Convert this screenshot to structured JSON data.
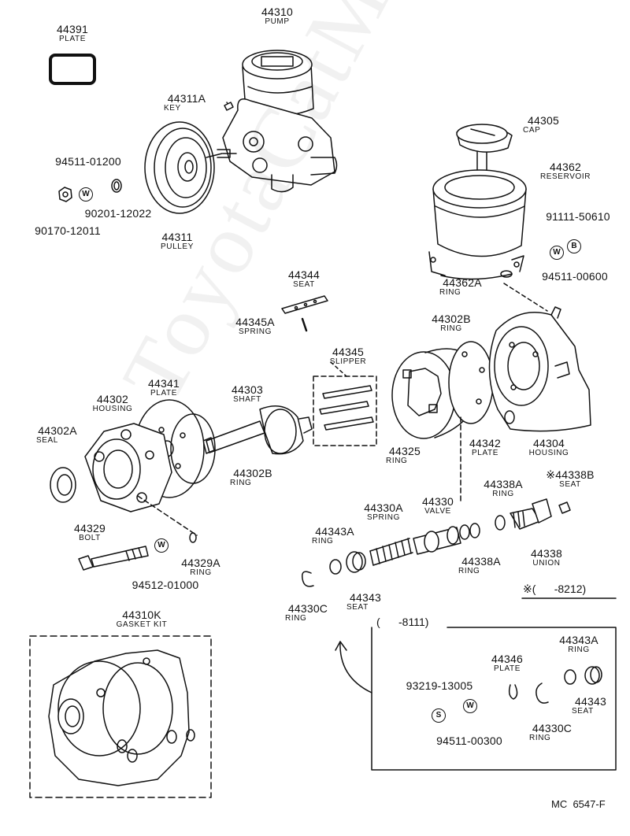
{
  "watermark": "ToyotaCatMiner.ru",
  "parts": {
    "p44391": {
      "number": "44391",
      "name": "PLATE"
    },
    "p44310": {
      "number": "44310",
      "name": "PUMP"
    },
    "p44311A": {
      "number": "44311A",
      "name": "KEY"
    },
    "p44311": {
      "number": "44311",
      "name": "PULLEY"
    },
    "p94511_01200": {
      "number": "94511-01200",
      "name": ""
    },
    "p90201_12022": {
      "number": "90201-12022",
      "name": ""
    },
    "p90170_12011": {
      "number": "90170-12011",
      "name": ""
    },
    "p44305": {
      "number": "44305",
      "name": "CAP"
    },
    "p44362": {
      "number": "44362",
      "name": "RESERVOIR"
    },
    "p91111_50610": {
      "number": "91111-50610",
      "name": ""
    },
    "p94511_00600": {
      "number": "94511-00600",
      "name": ""
    },
    "p44362A": {
      "number": "44362A",
      "name": "RING"
    },
    "p44344": {
      "number": "44344",
      "name": "SEAT"
    },
    "p44345A": {
      "number": "44345A",
      "name": "SPRING"
    },
    "p44345": {
      "number": "44345",
      "name": "SLIPPER"
    },
    "p44302B_top": {
      "number": "44302B",
      "name": "RING"
    },
    "p44341": {
      "number": "44341",
      "name": "PLATE"
    },
    "p44302": {
      "number": "44302",
      "name": "HOUSING"
    },
    "p44303": {
      "number": "44303",
      "name": "SHAFT"
    },
    "p44302A": {
      "number": "44302A",
      "name": "SEAL"
    },
    "p44302B_low": {
      "number": "44302B",
      "name": "RING"
    },
    "p44325": {
      "number": "44325",
      "name": "RING"
    },
    "p44342": {
      "number": "44342",
      "name": "PLATE"
    },
    "p44304": {
      "number": "44304",
      "name": "HOUSING"
    },
    "p44338A_top": {
      "number": "44338A",
      "name": "RING"
    },
    "p44338B": {
      "number": "※44338B",
      "name": "SEAT"
    },
    "p44329": {
      "number": "44329",
      "name": "BOLT"
    },
    "p44343A": {
      "number": "44343A",
      "name": "RING"
    },
    "p44330A": {
      "number": "44330A",
      "name": "SPRING"
    },
    "p44330": {
      "number": "44330",
      "name": "VALVE"
    },
    "p44338": {
      "number": "44338",
      "name": "UNION"
    },
    "p44338A_low": {
      "number": "44338A",
      "name": "RING"
    },
    "p44329A": {
      "number": "44329A",
      "name": "RING"
    },
    "p94512_01000": {
      "number": "94512-01000",
      "name": ""
    },
    "p44343": {
      "number": "44343",
      "name": "SEAT"
    },
    "p44330C": {
      "number": "44330C",
      "name": "RING"
    },
    "p44310K": {
      "number": "44310K",
      "name": "GASKET KIT"
    },
    "i44343A": {
      "number": "44343A",
      "name": "RING"
    },
    "i44346": {
      "number": "44346",
      "name": "PLATE"
    },
    "i93219_13005": {
      "number": "93219-13005",
      "name": ""
    },
    "i94511_00300": {
      "number": "94511-00300",
      "name": ""
    },
    "i44330C": {
      "number": "44330C",
      "name": "RING"
    },
    "i44343": {
      "number": "44343",
      "name": "SEAT"
    }
  },
  "marks": {
    "washer": "W",
    "bolt": "B",
    "screw": "S"
  },
  "notes": {
    "date_range_338b": "※(      -8212)",
    "inset_range": "(      -8111)",
    "catalog_code": "MC  6547-F"
  }
}
